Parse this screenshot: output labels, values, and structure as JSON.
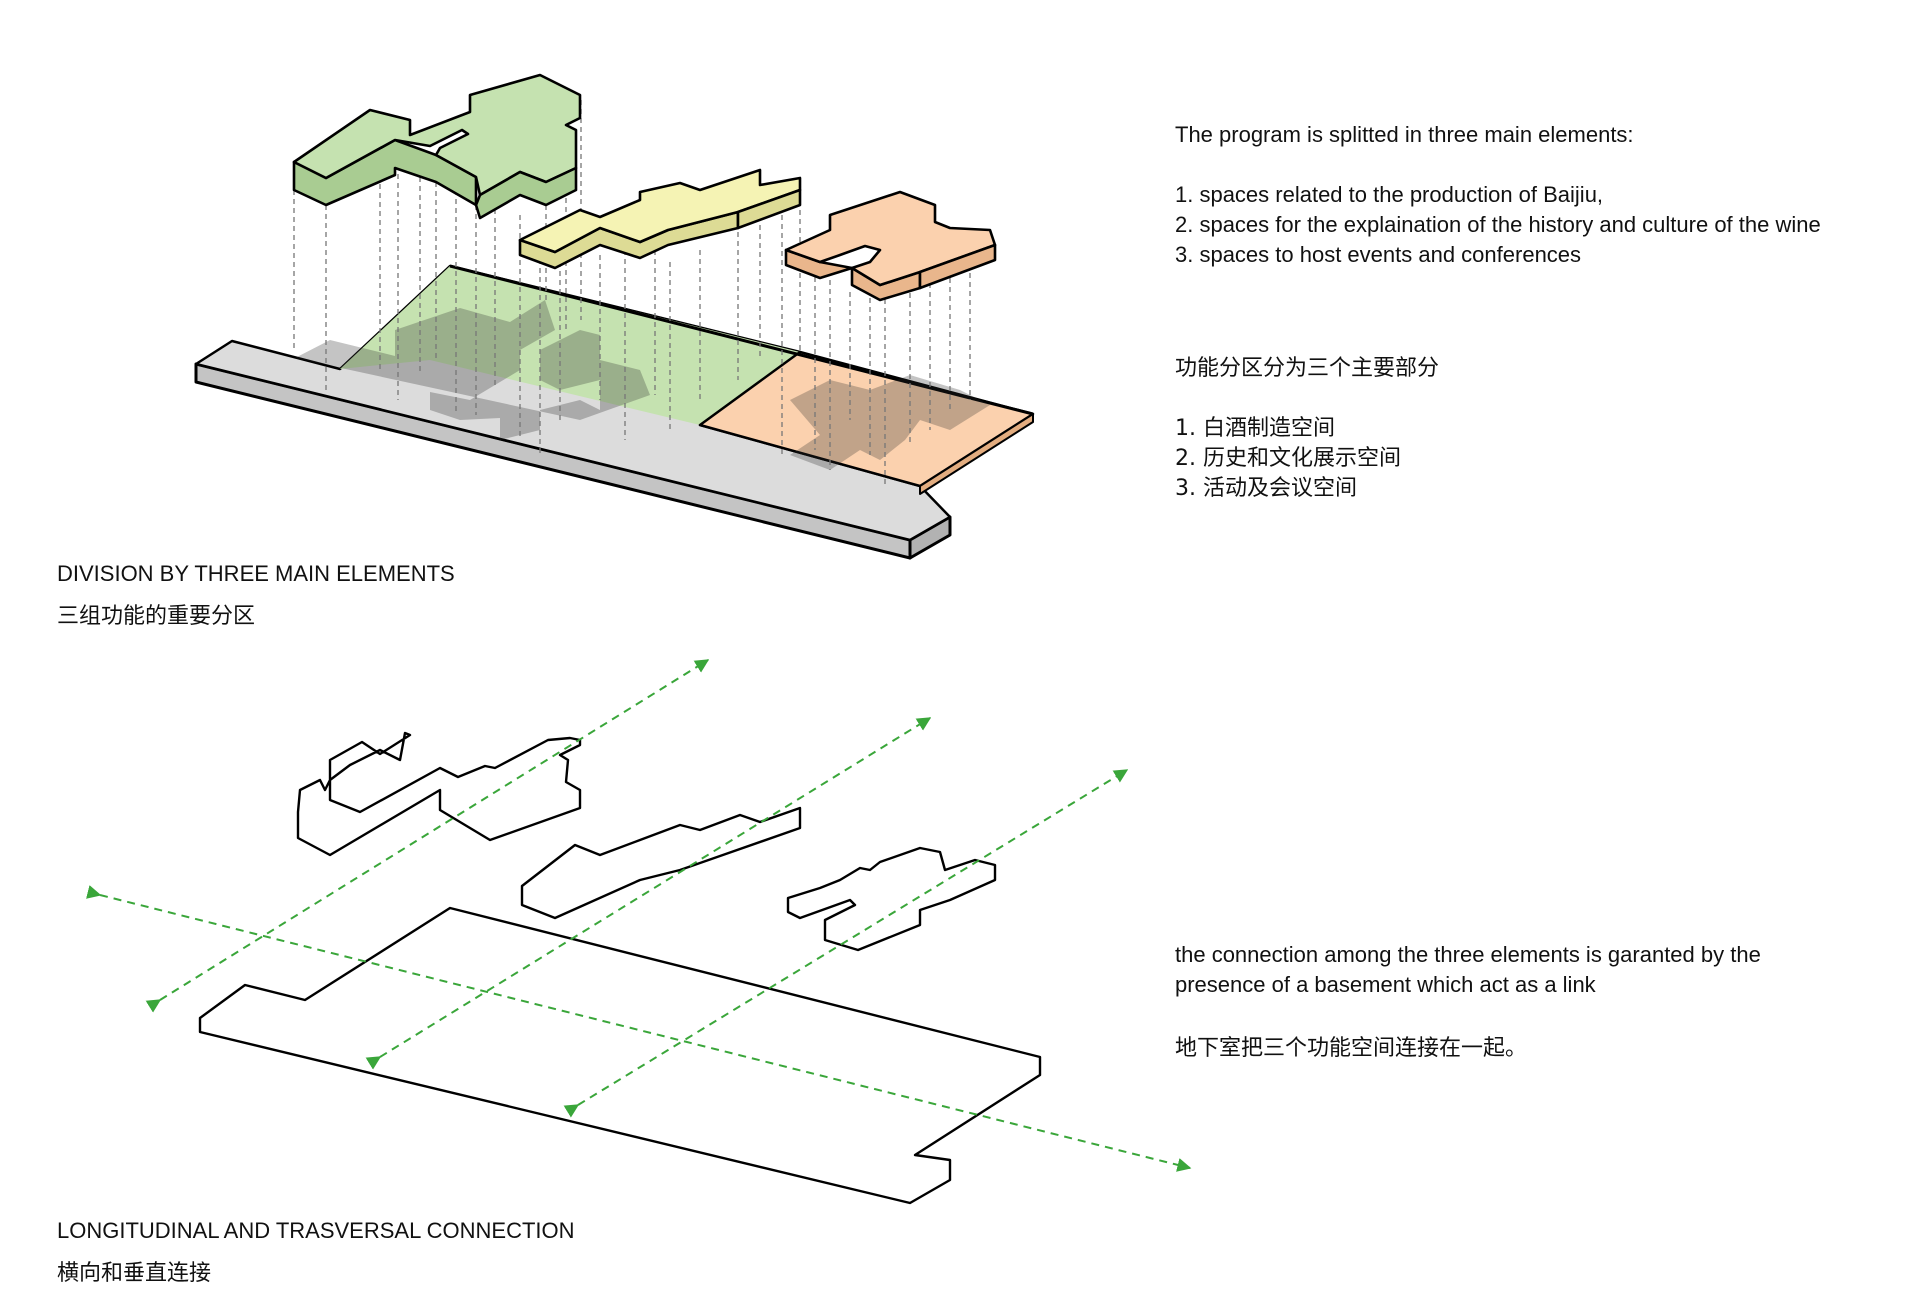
{
  "colors": {
    "production_green": "#c5e2b0",
    "production_green_side": "#a9cc92",
    "history_yellow": "#f5f3b4",
    "history_yellow_side": "#dddb95",
    "events_orange": "#fbd1ae",
    "events_orange_side": "#e9b68c",
    "basement_grey": "#dcdcdc",
    "basement_grey_side": "#c4c4c4",
    "footprint_dark": "#b4b4b4",
    "arrow_green": "#3aa63a",
    "line_black": "#000000"
  },
  "diagram1": {
    "caption_en": "DIVISION BY THREE MAIN ELEMENTS",
    "caption_cn": "三组功能的重要分区"
  },
  "diagram2": {
    "caption_en": "LONGITUDINAL AND TRASVERSAL CONNECTION",
    "caption_cn": "横向和垂直连接"
  },
  "program_text": {
    "intro_en": "The program is splitted in three main elements:",
    "items_en": [
      "1. spaces related to the production of Baijiu,",
      "2. spaces for the explaination of the history and culture of the wine",
      "3. spaces to host events and conferences"
    ],
    "intro_cn": "功能分区分为三个主要部分",
    "items_cn": [
      "1.  白酒制造空间",
      "2.  历史和文化展示空间",
      "3.  活动及会议空间"
    ]
  },
  "connection_text": {
    "line1_en": "the connection among the three elements is garanted by the",
    "line2_en": "presence of a basement which act as a link",
    "cn": "地下室把三个功能空间连接在一起。"
  }
}
